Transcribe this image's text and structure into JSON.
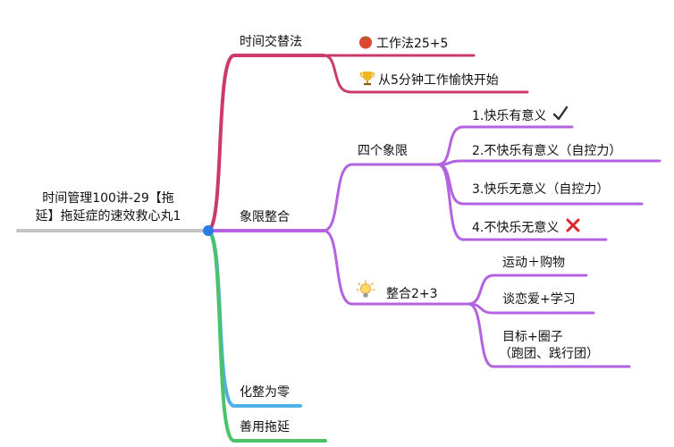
{
  "root": {
    "line1": "时间管理100讲-29【拖",
    "line2": "延】拖延症的速效救心丸1"
  },
  "branches": {
    "time_alt": {
      "label": "时间交替法",
      "children": [
        {
          "icon": "tomato-icon",
          "label": "工作法25+5"
        },
        {
          "icon": "trophy-icon",
          "label": "从5分钟工作愉快开始"
        }
      ]
    },
    "quadrant": {
      "label": "象限整合",
      "four": {
        "label": "四个象限",
        "children": [
          {
            "label": "1.快乐有意义",
            "icon": "check-mark-icon"
          },
          {
            "label": "2.不快乐有意义（自控力）"
          },
          {
            "label": "3.快乐无意义（自控力）"
          },
          {
            "label": "4.不快乐无意义",
            "icon": "cross-mark-icon"
          }
        ]
      },
      "combine": {
        "icon": "lightbulb-icon",
        "label": "整合2+3",
        "children": [
          {
            "label": "运动＋购物"
          },
          {
            "label": "谈恋爱+学习"
          },
          {
            "line1": "目标+圈子",
            "line2": "（跑团、践行团）"
          }
        ]
      }
    },
    "break_down": {
      "label": "化整为零"
    },
    "use_delay": {
      "label": "善用拖延"
    }
  },
  "colors": {
    "root_line": "#c4c4c4",
    "node_dot": "#2a7be4",
    "time_alt": "#cc3a6b",
    "quadrant": "#b362e0",
    "break_down": "#4fb0e8",
    "use_delay": "#4cc26a"
  }
}
